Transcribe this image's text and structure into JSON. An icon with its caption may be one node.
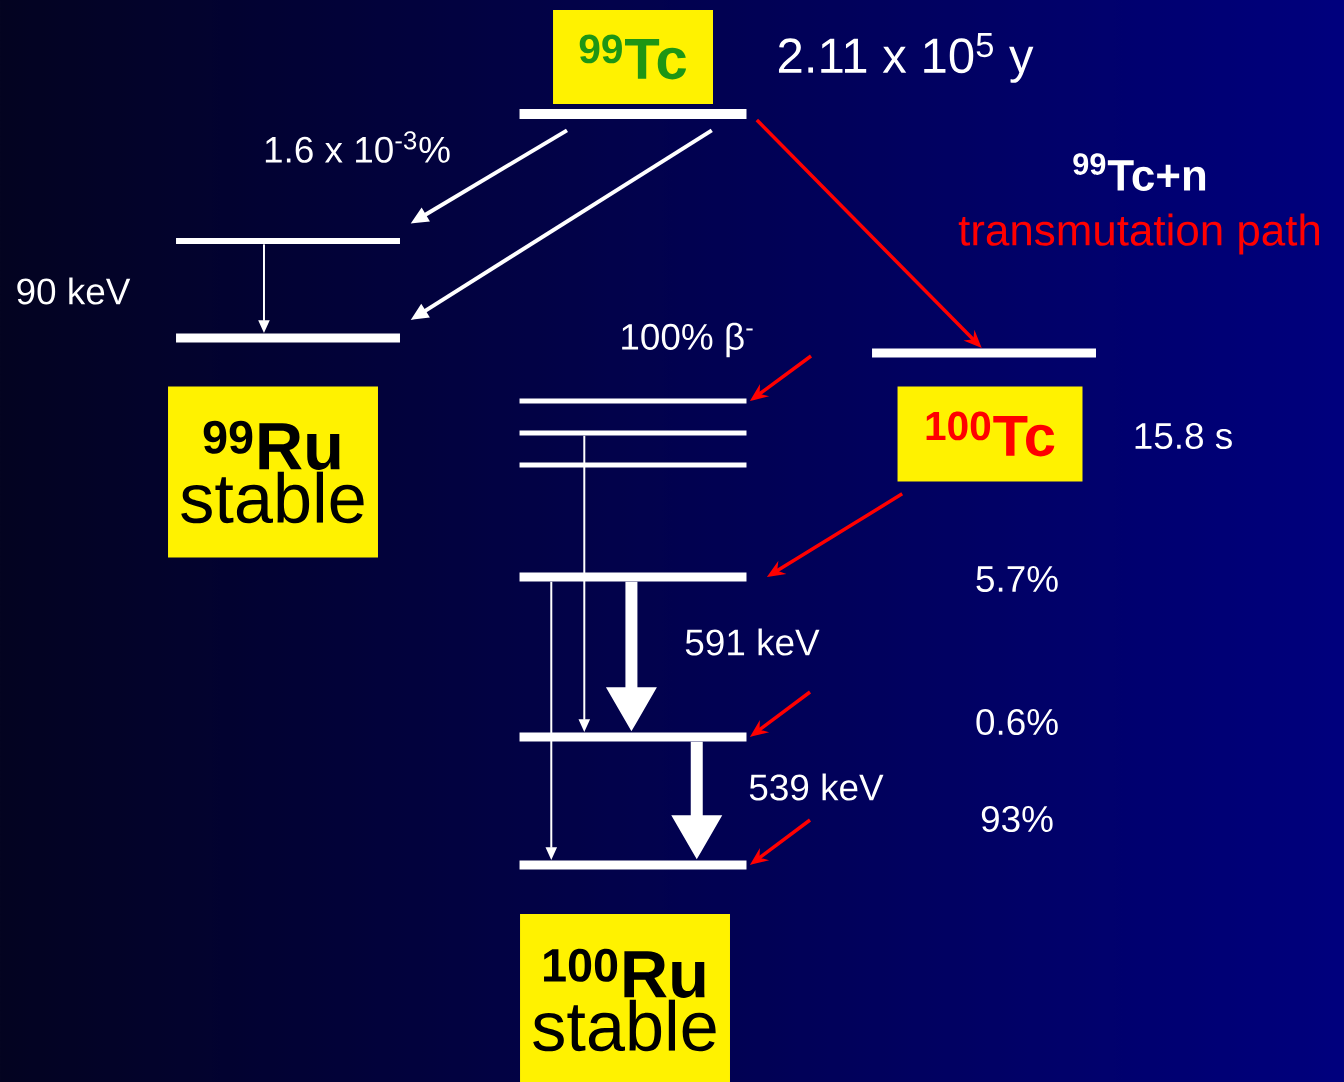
{
  "diagram": {
    "nodes": [
      {
        "text": [
          "$^{99}$Tc"
        ],
        "beside": [
          "2.11 x 10$^{5}$ y"
        ]
      },
      {
        "text": [],
        "shape": "bar"
      },
      {
        "text": [],
        "shape": "bar"
      },
      {
        "text": [],
        "shape": "bar"
      },
      {
        "text": [
          "$^{99}$Ru",
          "stable"
        ]
      },
      {
        "text": [],
        "shape": "bar"
      },
      {
        "text": [],
        "shape": "bar"
      },
      {
        "text": [],
        "shape": "bar"
      },
      {
        "text": [],
        "shape": "bar"
      },
      {
        "text": [],
        "shape": "bar"
      },
      {
        "text": [],
        "shape": "bar"
      },
      {
        "text": [
          "$^{100}$Ru",
          "stable"
        ]
      },
      {
        "text": [],
        "shape": "bar"
      },
      {
        "text": [
          "$^{100}$Tc"
        ],
        "beside": [
          "15.8 s"
        ]
      }
    ],
    "edges": [
      {
        "from": 1,
        "to": 2,
        "arrow": "to",
        "label": "1.6 x 10$^{-3}$%"
      },
      {
        "from": 1,
        "to": 3,
        "arrow": "to"
      },
      {
        "from": 2,
        "to": 3,
        "arrow": "to"
      },
      {
        "from": 1,
        "to": 12,
        "arrow": "to",
        "color": "#ff0000"
      },
      {
        "from": null,
        "to": 5,
        "arrow": "to",
        "color": "#ff0000",
        "label": "100% β$^{-}$"
      },
      {
        "from": 13,
        "to": 8,
        "arrow": "to",
        "color": "#ff0000"
      },
      {
        "from": null,
        "to": 9,
        "arrow": "to",
        "color": "#ff0000"
      },
      {
        "from": null,
        "to": 10,
        "arrow": "to",
        "color": "#ff0000"
      },
      {
        "from": 6,
        "to": 9,
        "arrow": "to"
      },
      {
        "from": 8,
        "to": 10,
        "arrow": "to"
      },
      {
        "from": 8,
        "to": 9,
        "arrow": "to",
        "style": "thick",
        "label": "591 keV"
      },
      {
        "from": 9,
        "to": 10,
        "arrow": "to",
        "style": "thick",
        "label": "539 keV"
      }
    ],
    "labels": [
      "$^{99}$Tc+n",
      "transmutation path",
      "90 keV",
      "5.7%",
      "0.6%",
      "93%"
    ]
  }
}
